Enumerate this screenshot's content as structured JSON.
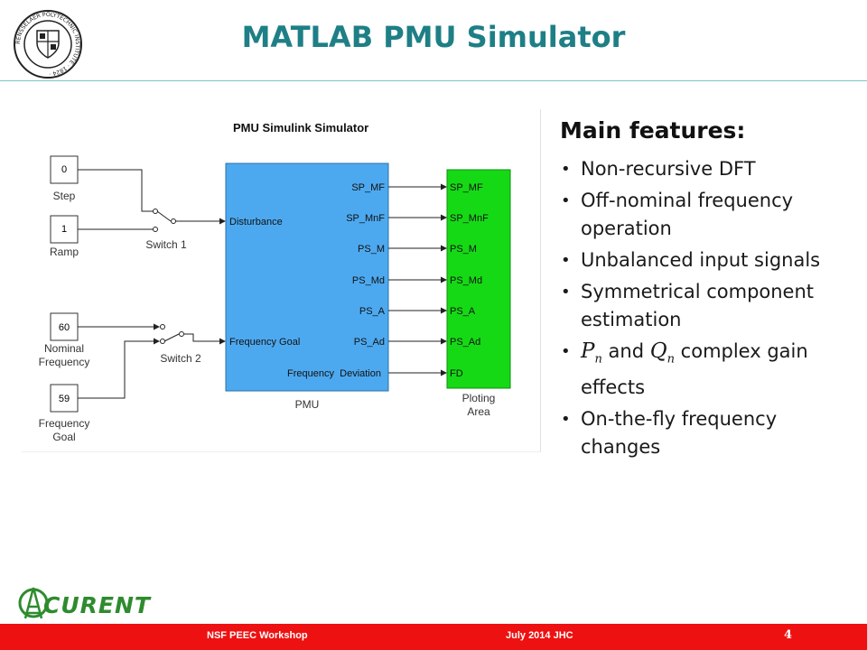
{
  "header": {
    "title": "MATLAB PMU Simulator",
    "logo_text": "RENSSELAER POLYTECHNIC INSTITUTE · 1824 ·"
  },
  "diagram": {
    "title": "PMU Simulink Simulator",
    "sources": [
      {
        "value": "0",
        "label": "Step"
      },
      {
        "value": "1",
        "label": "Ramp"
      },
      {
        "value": "60",
        "label": "Nominal Frequency"
      },
      {
        "value": "59",
        "label": "Frequency Goal"
      }
    ],
    "switch1": "Switch 1",
    "switch2": "Switch 2",
    "pmu": {
      "name": "PMU",
      "input1": "Disturbance",
      "input2": "Frequency Goal",
      "outputs": [
        "SP_MF",
        "SP_MnF",
        "PS_M",
        "PS_Md",
        "PS_A",
        "PS_Ad",
        "Frequency  Deviation"
      ]
    },
    "plot": {
      "name": "Ploting Area",
      "inputs": [
        "SP_MF",
        "SP_MnF",
        "PS_M",
        "PS_Md",
        "PS_A",
        "PS_Ad",
        "FD"
      ]
    }
  },
  "features": {
    "title": "Main features:",
    "items": [
      "Non-recursive DFT",
      "Off-nominal frequency operation",
      "Unbalanced input signals",
      "Symmetrical component estimation",
      {
        "p": "P",
        "p_sub": "n",
        "and": "and",
        "q": "Q",
        "q_sub": "n",
        "rest": "complex gain effects"
      },
      "On-the-fly frequency changes"
    ]
  },
  "footer": {
    "left": "NSF PEEC Workshop",
    "center": "July 2014 JHC",
    "page": "4",
    "brand": "CURENT"
  },
  "colors": {
    "title": "#1e7f86",
    "pmu_block": "#4da9ef",
    "plot_block": "#16d916",
    "footer": "#ee1111",
    "curent_green": "#2e8b2e"
  }
}
